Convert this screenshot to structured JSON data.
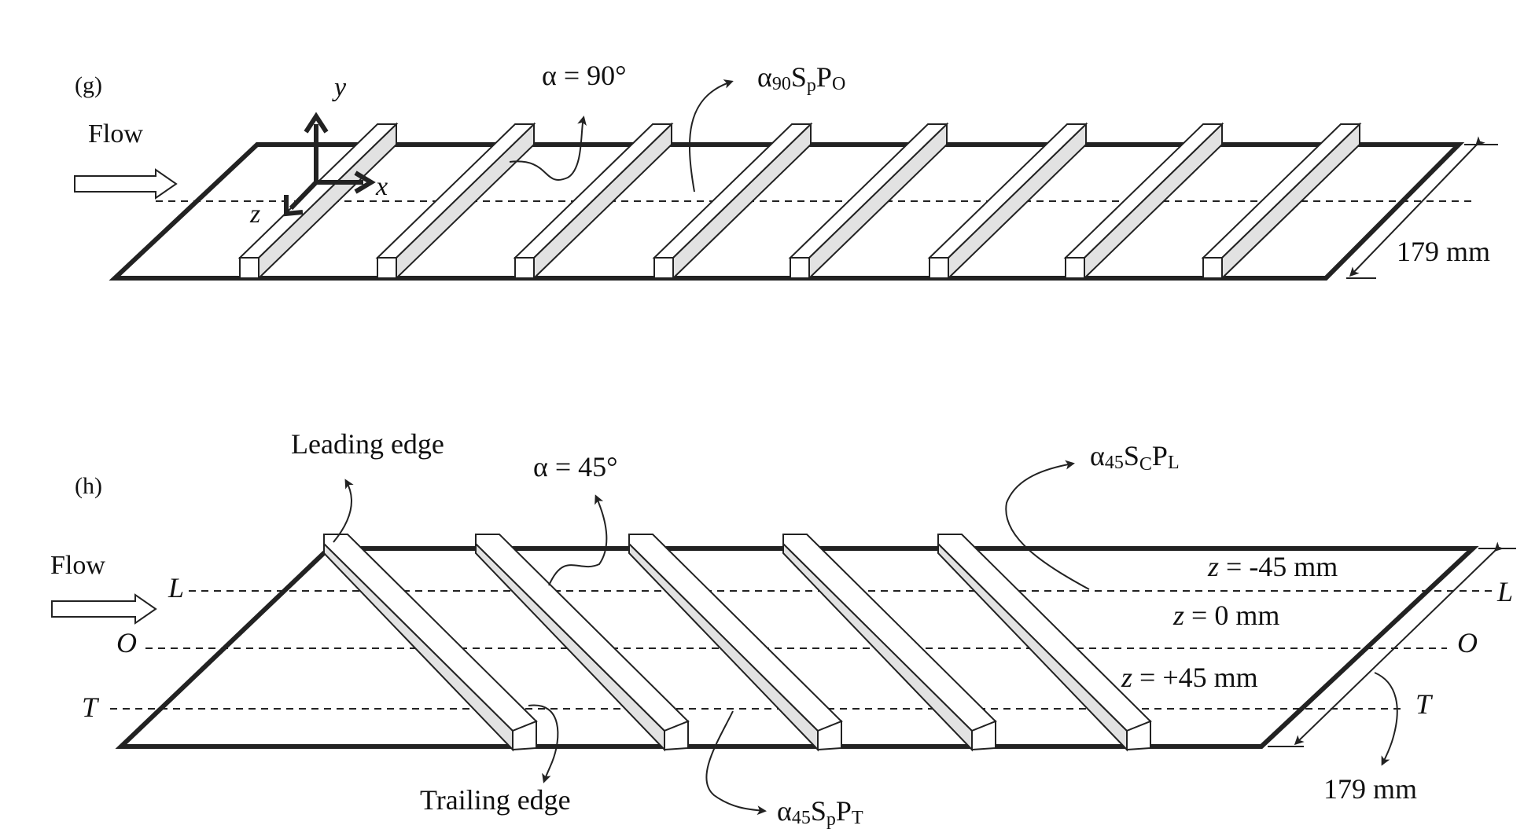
{
  "figure_g": {
    "panel_label": "(g)",
    "flow_label": "Flow",
    "axis_y": "y",
    "axis_x": "x",
    "axis_z": "z",
    "angle_label": "α = 90°",
    "config_label": {
      "alpha": "α",
      "alpha_sub": "90",
      "s": "S",
      "s_sub": "p",
      "p": "P",
      "p_sub": "O"
    },
    "width_label": "179 mm",
    "rib_count": 8
  },
  "figure_h": {
    "panel_label": "(h)",
    "flow_label": "Flow",
    "leading_edge_label": "Leading edge",
    "trailing_edge_label": "Trailing edge",
    "angle_label": "α = 45°",
    "config_top": {
      "alpha": "α",
      "alpha_sub": "45",
      "s": "S",
      "s_sub": "C",
      "p": "P",
      "p_sub": "L"
    },
    "config_bottom": {
      "alpha": "α",
      "alpha_sub": "45",
      "s": "S",
      "s_sub": "p",
      "p": "P",
      "p_sub": "T"
    },
    "line_L": "L",
    "line_O": "O",
    "line_T": "T",
    "z_L": {
      "var": "z",
      "text": " = -45 mm"
    },
    "z_O": {
      "var": "z",
      "text": " = 0 mm"
    },
    "z_T": {
      "var": "z",
      "text": " = +45 mm"
    },
    "width_label": "179 mm",
    "rib_count": 5
  }
}
